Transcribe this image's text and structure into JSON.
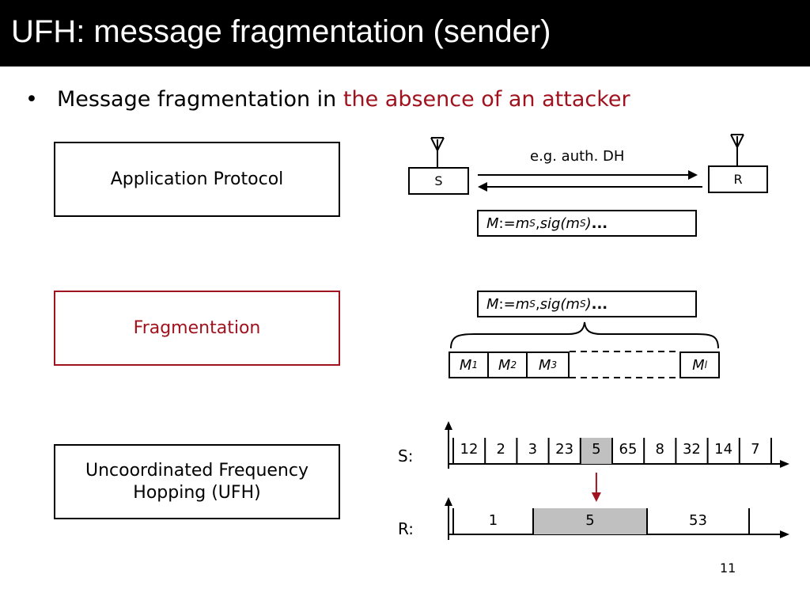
{
  "title": "UFH: message fragmentation (sender)",
  "bullet": {
    "symbol": "•",
    "prefix": "Message fragmentation in ",
    "highlight": "the absence of an attacker"
  },
  "layers": [
    {
      "label": "Application Protocol",
      "color": "#000000"
    },
    {
      "label": "Fragmentation",
      "color": "#a0121e"
    },
    {
      "label": "Uncoordinated Frequency Hopping (UFH)",
      "color": "#000000"
    }
  ],
  "protocol": {
    "sender": "S",
    "receiver": "R",
    "exchange_label": "e.g. auth. DH"
  },
  "message": {
    "lhs": "M",
    "assign": " := ",
    "m": "m",
    "sub_s": "S",
    "comma": " , ",
    "sig_open": "sig(m",
    "sig_close": ")",
    "ellipsis": " ..."
  },
  "fragments": [
    {
      "base": "M",
      "sub": "1"
    },
    {
      "base": "M",
      "sub": "2"
    },
    {
      "base": "M",
      "sub": "3"
    },
    {
      "base": "M",
      "sub": "l"
    }
  ],
  "hopping": {
    "sender_label": "S:",
    "receiver_label": "R:",
    "sender_channels": [
      "12",
      "2",
      "3",
      "23",
      "5",
      "65",
      "8",
      "32",
      "14",
      "7"
    ],
    "receiver_channels": [
      "1",
      "5",
      "53"
    ],
    "highlight_channel": "5",
    "highlight_fill": "#c0c0c0",
    "arrow_color": "#a0121e"
  },
  "page_number": "11"
}
